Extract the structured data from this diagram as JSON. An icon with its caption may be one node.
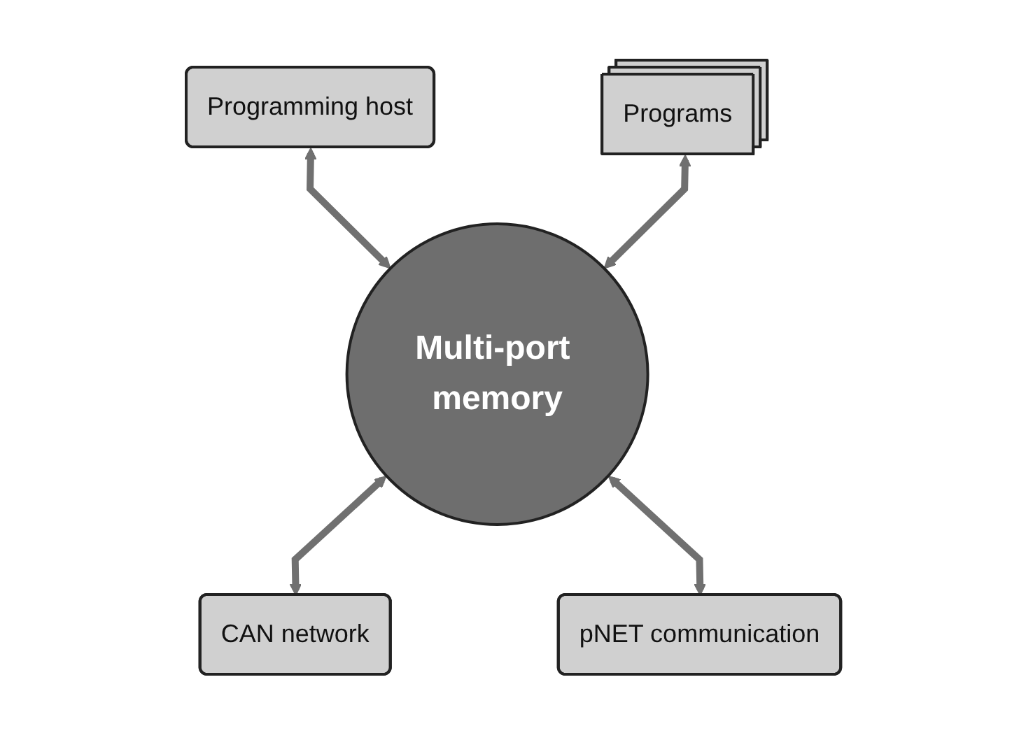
{
  "diagram": {
    "nodes": [
      {
        "text": [
          "Programming host"
        ]
      },
      {
        "text": [
          "Programs"
        ]
      },
      {
        "text": [
          "Multi-port memory"
        ]
      },
      {
        "text": [
          "CAN network"
        ]
      },
      {
        "text": [
          "pNET communication"
        ]
      }
    ],
    "edges": [
      {
        "from": 0,
        "to": 2,
        "arrow": "both"
      },
      {
        "from": 1,
        "to": 2,
        "arrow": "both"
      },
      {
        "from": 2,
        "to": 3,
        "arrow": "both"
      },
      {
        "from": 2,
        "to": 4,
        "arrow": "both"
      }
    ]
  }
}
